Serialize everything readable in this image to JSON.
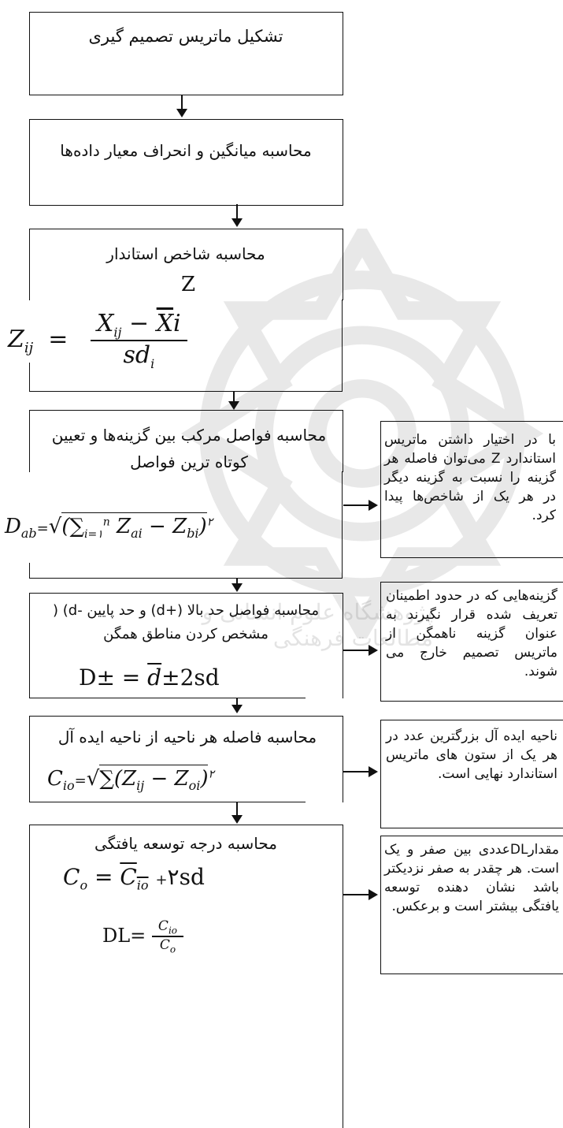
{
  "steps": {
    "s1": {
      "title": "تشکیل ماتریس تصمیم گیری"
    },
    "s2": {
      "title": "محاسبه میانگین و انحراف معیار داده‌ها"
    },
    "s3": {
      "title": "محاسبه شاخص استاندار",
      "subtitle": "Z",
      "formula": "Z_ij = (X_ij − X̄i) / sd_i"
    },
    "s4": {
      "title": "محاسبه فواصل مرکب بین گزینه‌ها و تعیین کوتاه ترین فواصل",
      "formula": "D_ab = √(∑_{i=1}^{n} Z_ai − Z_bi)²"
    },
    "s5": {
      "title": "محاسبه فواصل حد بالا (+d) و حد پایین -d) ( مشخص کردن مناطق همگن",
      "formula": "D± = d̄ ± 2sd"
    },
    "s6": {
      "title": "محاسبه فاصله هر ناحیه از ناحیه ایده آل",
      "formula": "C_io = √∑(Z_ij − Z_oi)²"
    },
    "s7": {
      "title": "محاسبه درجه توسعه یافتگی",
      "formula1": "C_o = C̄_io + 2sd",
      "formula2": "DL = C_io / C_o"
    }
  },
  "notes": {
    "n1": "با در اختیار داشتن ماتریس استاندارد Z می‌توان فاصله هر گزینه را نسبت به گزینه دیگر در هر یک از شاخص‌ها پیدا کرد.",
    "n2": "گزینه‌هایی که در حدود اطمینان تعریف شده قرار نگیرند به عنوان گزینه ناهمگن از ماتریس تصمیم خارج می شوند.",
    "n3": "ناحیه ایده آل بزرگترین عدد در هر یک از ستون های ماتریس استاندارد نهایی است.",
    "n4": "مقدارDLعددی بین صفر و یک است. هر چقدر به صفر نزدیکتر باشد نشان دهنده توسعه یافتگی بیشتر است و برعکس."
  },
  "watermark": "پژوهشگاه علوم انسانی و مطالعات فرهنگی",
  "colors": {
    "line": "#111111",
    "watermark": "#888888"
  }
}
